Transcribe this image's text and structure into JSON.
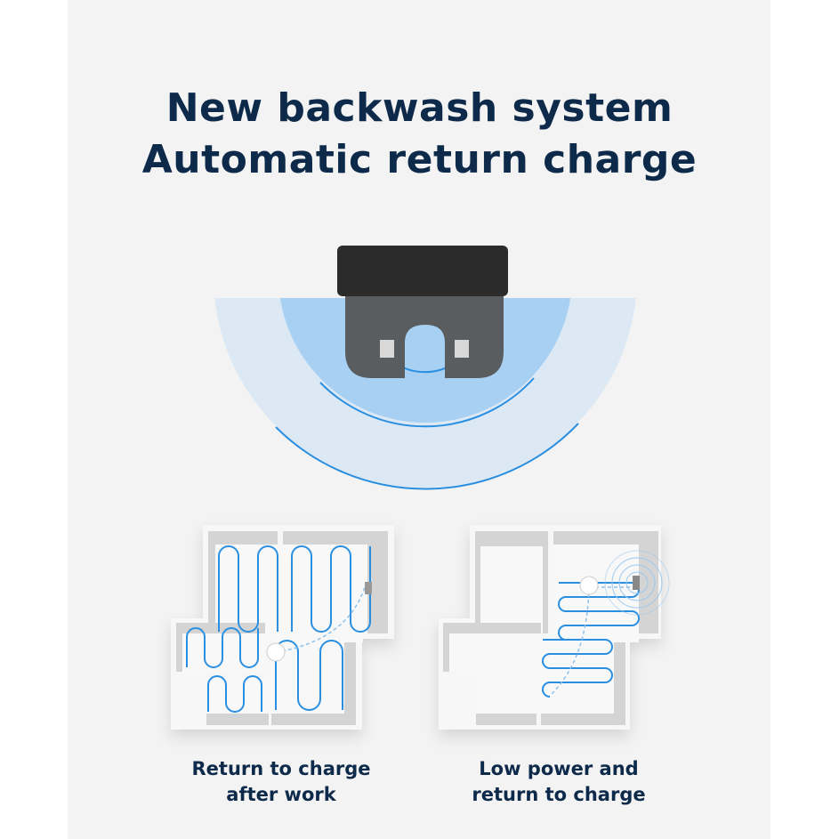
{
  "title": {
    "line1": "New backwash system",
    "line2": "Automatic return charge"
  },
  "captions": [
    {
      "line1": "Return to charge",
      "line2": "after work"
    },
    {
      "line1": "Low power and",
      "line2": "return to charge"
    }
  ],
  "colors": {
    "title": "#0d2a4a",
    "path": "#2a8fe0",
    "arc_light": "#dce9f5",
    "arc_mid": "#a7d0f2",
    "dock": "#2b2b2b"
  }
}
